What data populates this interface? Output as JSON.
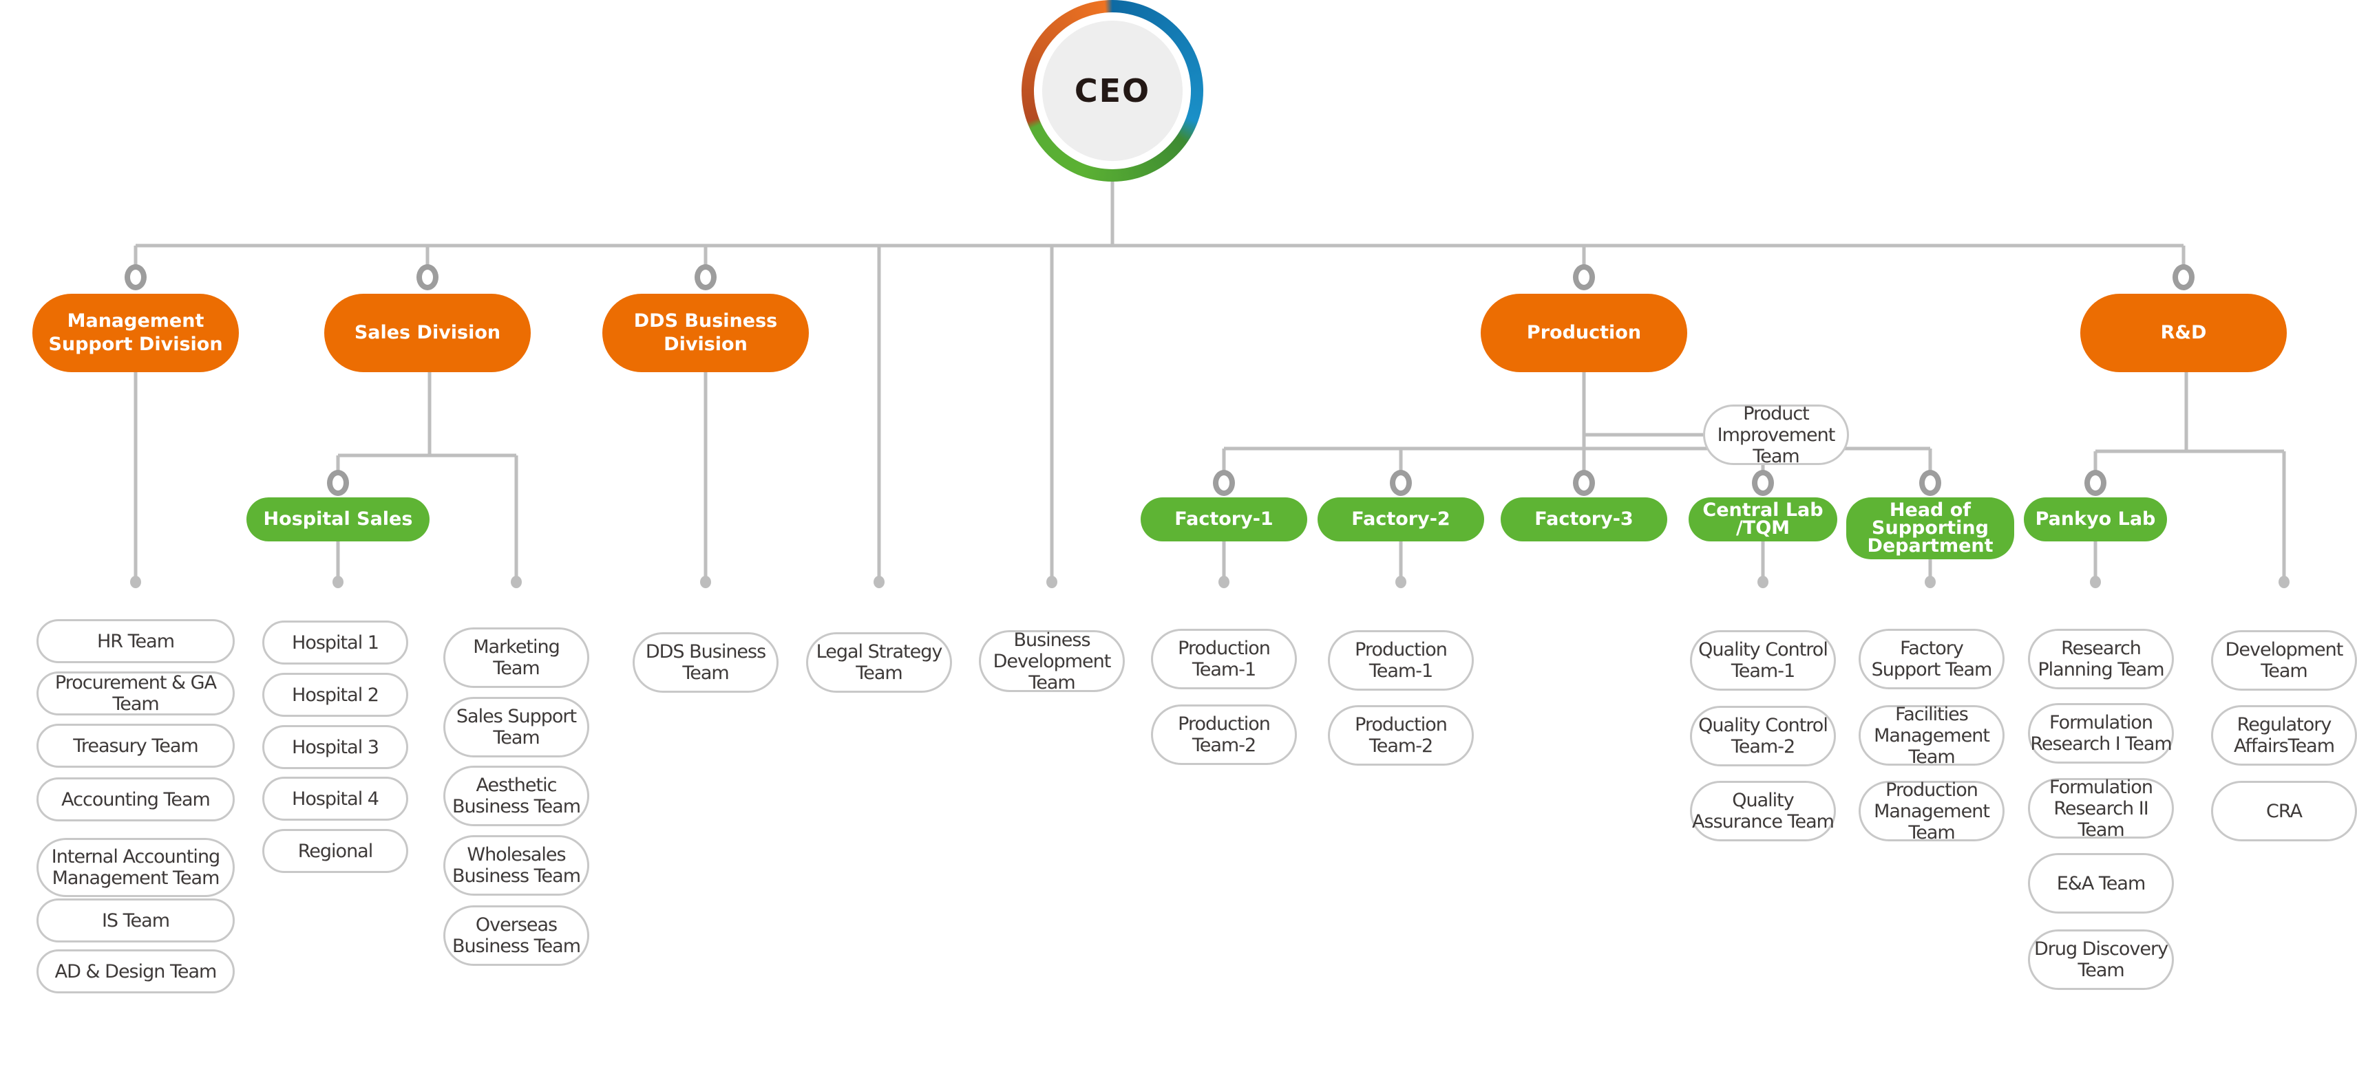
{
  "ceo": {
    "label": "CEO"
  },
  "colors": {
    "division": "#ec6d02",
    "sub_unit": "#5eb434",
    "team_border": "#c8c8c8",
    "connector": "#bebebe",
    "ring": "#9d9d9d",
    "text_dark": "#3e3a39"
  },
  "divisions": [
    {
      "id": "mgmt",
      "label": "Management\nSupport Division"
    },
    {
      "id": "sales",
      "label": "Sales Division"
    },
    {
      "id": "dds",
      "label": "DDS Business\nDivision"
    },
    {
      "id": "prod",
      "label": "Production"
    },
    {
      "id": "rnd",
      "label": "R&D"
    }
  ],
  "sub_units": [
    {
      "id": "hosp",
      "parent": "sales",
      "label": "Hospital Sales"
    },
    {
      "id": "f1",
      "parent": "prod",
      "label": "Factory-1"
    },
    {
      "id": "f2",
      "parent": "prod",
      "label": "Factory-2"
    },
    {
      "id": "f3",
      "parent": "prod",
      "label": "Factory-3"
    },
    {
      "id": "clab",
      "parent": "prod",
      "label": "Central Lab\n/TQM"
    },
    {
      "id": "hsup",
      "parent": "prod",
      "label": "Head of\nSupporting\nDepartment"
    },
    {
      "id": "pankyo",
      "parent": "rnd",
      "label": "Pankyo Lab"
    }
  ],
  "teams": [
    {
      "id": "t_hr",
      "parent": "mgmt",
      "label": "HR Team"
    },
    {
      "id": "t_proc",
      "parent": "mgmt",
      "label": "Procurement & GA Team"
    },
    {
      "id": "t_treas",
      "parent": "mgmt",
      "label": "Treasury Team"
    },
    {
      "id": "t_acc",
      "parent": "mgmt",
      "label": "Accounting Team"
    },
    {
      "id": "t_iam",
      "parent": "mgmt",
      "label": "Internal Accounting\nManagement Team"
    },
    {
      "id": "t_is",
      "parent": "mgmt",
      "label": "IS Team"
    },
    {
      "id": "t_ad",
      "parent": "mgmt",
      "label": "AD & Design Team"
    },
    {
      "id": "t_h1",
      "parent": "hosp",
      "label": "Hospital 1"
    },
    {
      "id": "t_h2",
      "parent": "hosp",
      "label": "Hospital 2"
    },
    {
      "id": "t_h3",
      "parent": "hosp",
      "label": "Hospital 3"
    },
    {
      "id": "t_h4",
      "parent": "hosp",
      "label": "Hospital 4"
    },
    {
      "id": "t_reg",
      "parent": "hosp",
      "label": "Regional"
    },
    {
      "id": "t_mkt",
      "parent": "sales",
      "label": "Marketing\nTeam"
    },
    {
      "id": "t_ss",
      "parent": "sales",
      "label": "Sales Support\nTeam"
    },
    {
      "id": "t_aes",
      "parent": "sales",
      "label": "Aesthetic\nBusiness Team"
    },
    {
      "id": "t_whs",
      "parent": "sales",
      "label": "Wholesales\nBusiness Team"
    },
    {
      "id": "t_ovs",
      "parent": "sales",
      "label": "Overseas\nBusiness Team"
    },
    {
      "id": "t_dds",
      "parent": "dds",
      "label": "DDS Business\nTeam"
    },
    {
      "id": "t_legal",
      "parent": "ceo",
      "label": "Legal Strategy\nTeam"
    },
    {
      "id": "t_bizdev",
      "parent": "ceo",
      "label": "Business\nDevelopment\nTeam"
    },
    {
      "id": "t_pit",
      "parent": "prod",
      "label": "Product\nImprovement\nTeam"
    },
    {
      "id": "t_f1p1",
      "parent": "f1",
      "label": "Production\nTeam-1"
    },
    {
      "id": "t_f1p2",
      "parent": "f1",
      "label": "Production\nTeam-2"
    },
    {
      "id": "t_f2p1",
      "parent": "f2",
      "label": "Production\nTeam-1"
    },
    {
      "id": "t_f2p2",
      "parent": "f2",
      "label": "Production\nTeam-2"
    },
    {
      "id": "t_qc1",
      "parent": "clab",
      "label": "Quality Control\nTeam-1"
    },
    {
      "id": "t_qc2",
      "parent": "clab",
      "label": "Quality Control\nTeam-2"
    },
    {
      "id": "t_qa",
      "parent": "clab",
      "label": "Quality\nAssurance Team"
    },
    {
      "id": "t_fst",
      "parent": "hsup",
      "label": "Factory\nSupport Team"
    },
    {
      "id": "t_fmt",
      "parent": "hsup",
      "label": "Facilities\nManagement\nTeam"
    },
    {
      "id": "t_pmt",
      "parent": "hsup",
      "label": "Production\nManagement\nTeam"
    },
    {
      "id": "t_rpt",
      "parent": "pankyo",
      "label": "Research\nPlanning Team"
    },
    {
      "id": "t_fr1",
      "parent": "pankyo",
      "label": "Formulation\nResearch I Team"
    },
    {
      "id": "t_fr2",
      "parent": "pankyo",
      "label": "Formulation\nResearch II Team"
    },
    {
      "id": "t_ea",
      "parent": "pankyo",
      "label": "E&A Team"
    },
    {
      "id": "t_dd",
      "parent": "pankyo",
      "label": "Drug Discovery\nTeam"
    },
    {
      "id": "t_dev",
      "parent": "rnd",
      "label": "Development\nTeam"
    },
    {
      "id": "t_ra",
      "parent": "rnd",
      "label": "Regulatory\nAffairsTeam"
    },
    {
      "id": "t_cra",
      "parent": "rnd",
      "label": "CRA"
    }
  ]
}
